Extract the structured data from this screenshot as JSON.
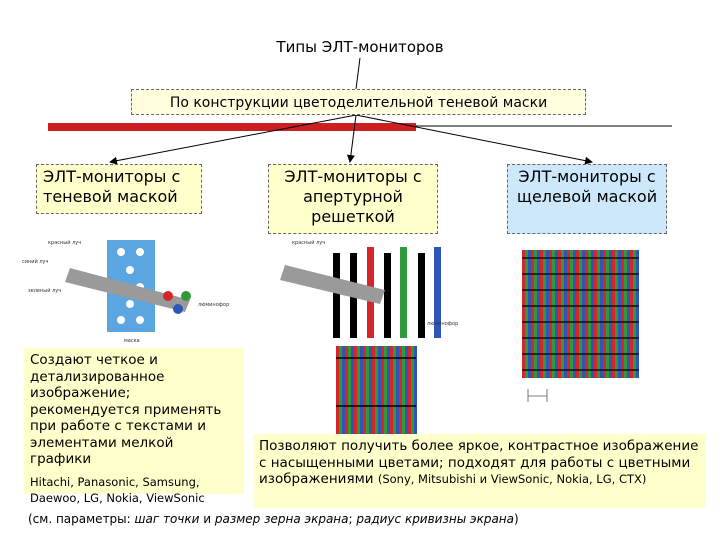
{
  "title": "Типы ЭЛТ-мониторов",
  "subtitle": "По конструкции цветоделительной теневой маски",
  "types": [
    "ЭЛТ-мониторы с теневой маской",
    "ЭЛТ-мониторы с апертурной решеткой",
    "ЭЛТ-мониторы с щелевой маской"
  ],
  "left_desc": {
    "text": "Создают четкое и детализированное изображение; рекомендуется применять при работе с текстами и элементами мелкой графики",
    "brands": "Hitachi, Panasonic, Samsung, Daewoo, LG, Nokia, ViewSonic"
  },
  "right_desc": {
    "text": "Позволяют получить более яркое, контрастное изображение с насыщенными цветами; подходят для работы с цветными изображениями",
    "brands": "(Sony, Mitsubishi и ViewSonic, Nokia, LG, CTX)"
  },
  "note": {
    "prefix": "(см. параметры: ",
    "param1": "шаг точки",
    "and": " и ",
    "param2": "размер зерна экрана",
    "sep": "; ",
    "param3": "радиус кривизны экрана",
    "suffix": ")"
  },
  "figure_labels": {
    "red_beam": "красный луч",
    "blue_beam": "синий луч",
    "green_beam": "зеленый луч",
    "mask": "маска",
    "phosphor": "люминофор"
  },
  "colors": {
    "red_bar": "#cc1f24",
    "yellow_box": "#ffffcc",
    "blue_box": "#cde8fb",
    "stripe_red": "#d7262a",
    "stripe_green": "#2f9a3c",
    "stripe_blue": "#2e55b8"
  }
}
